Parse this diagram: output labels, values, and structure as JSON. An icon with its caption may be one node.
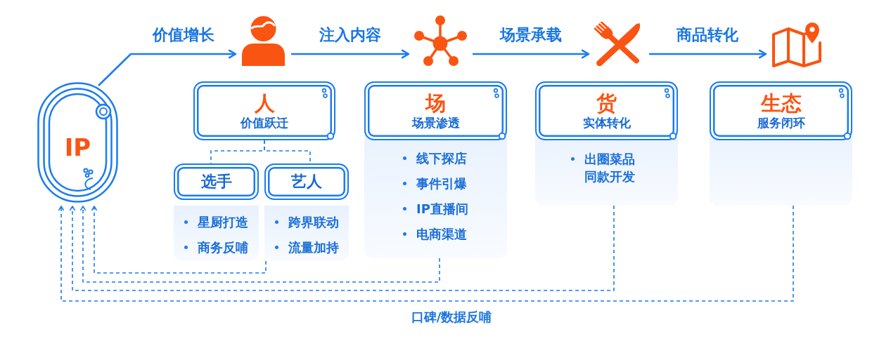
{
  "diagram": {
    "nodes": [
      {
        "text": [
          "IP"
        ]
      },
      {
        "text": [],
        "shape": "person"
      },
      {
        "text": [],
        "shape": "picture"
      },
      {
        "text": [],
        "shape": "picture"
      },
      {
        "text": [],
        "shape": "picture"
      },
      {
        "text": [
          "人",
          "价值跃迁"
        ]
      },
      {
        "text": [
          "选手",
          "星厨打造",
          "商务反哺"
        ]
      },
      {
        "text": [
          "艺人",
          "跨界联动",
          "流量加持"
        ]
      },
      {
        "text": [
          "场",
          "场景渗透",
          "线下探店",
          "事件引爆",
          "IP直播间",
          "电商渠道"
        ]
      },
      {
        "text": [
          "货",
          "实体转化",
          "出圈菜品同款开发"
        ]
      },
      {
        "text": [
          "生态",
          "服务闭环"
        ]
      }
    ],
    "edges": [
      {
        "from": 0,
        "to": 1,
        "arrow": "to",
        "label": "价值增长"
      },
      {
        "from": 1,
        "to": 2,
        "arrow": "to",
        "label": "注入内容"
      },
      {
        "from": 2,
        "to": 3,
        "arrow": "to",
        "label": "场景承载"
      },
      {
        "from": 3,
        "to": 4,
        "arrow": "to",
        "label": "商品转化"
      },
      {
        "from": 5,
        "to": 6,
        "arrow": "none",
        "style": "dashed"
      },
      {
        "from": 5,
        "to": 7,
        "arrow": "none",
        "style": "dashed"
      },
      {
        "from": 7,
        "to": 0,
        "arrow": "to",
        "style": "dashed"
      },
      {
        "from": 8,
        "to": 0,
        "arrow": "to",
        "style": "dashed"
      },
      {
        "from": 9,
        "to": 0,
        "arrow": "to",
        "style": "dashed"
      },
      {
        "from": 10,
        "to": 0,
        "arrow": "to",
        "style": "dashed"
      }
    ],
    "labels": [
      "口碑/数据反哺"
    ]
  }
}
